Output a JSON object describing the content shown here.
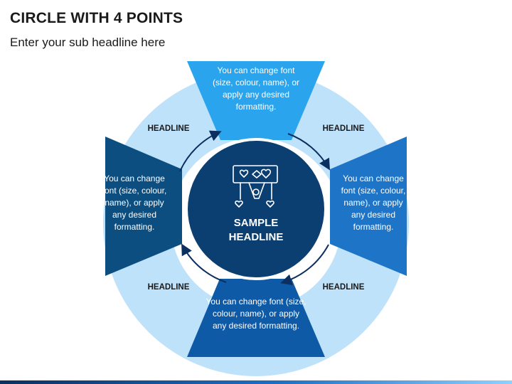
{
  "title": "CIRCLE WITH 4 POINTS",
  "subtitle": "Enter your sub headline here",
  "center": {
    "line1": "SAMPLE",
    "line2": "HEADLINE",
    "icon": "hearts-sign-icon"
  },
  "points": [
    {
      "position": "top",
      "text": "You can change font (size, colour, name), or apply any desired formatting."
    },
    {
      "position": "right",
      "text": "You can change font (size, colour, name), or apply any desired formatting."
    },
    {
      "position": "bottom",
      "text": "You can change font (size, colour, name), or apply any desired formatting."
    },
    {
      "position": "left",
      "text": "You can change font (size, colour, name), or apply any desired formatting."
    }
  ],
  "ring_labels": {
    "top_left": "HEADLINE",
    "top_right": "HEADLINE",
    "bottom_left": "HEADLINE",
    "bottom_right": "HEADLINE"
  },
  "colors": {
    "ring": "#bfe2fb",
    "top_box": "#2ba4ee",
    "right_box": "#1e74c6",
    "bottom_box": "#0f5aa6",
    "left_box": "#0d4e80",
    "center": "#0b3f72",
    "arrows": "#0b3060"
  }
}
